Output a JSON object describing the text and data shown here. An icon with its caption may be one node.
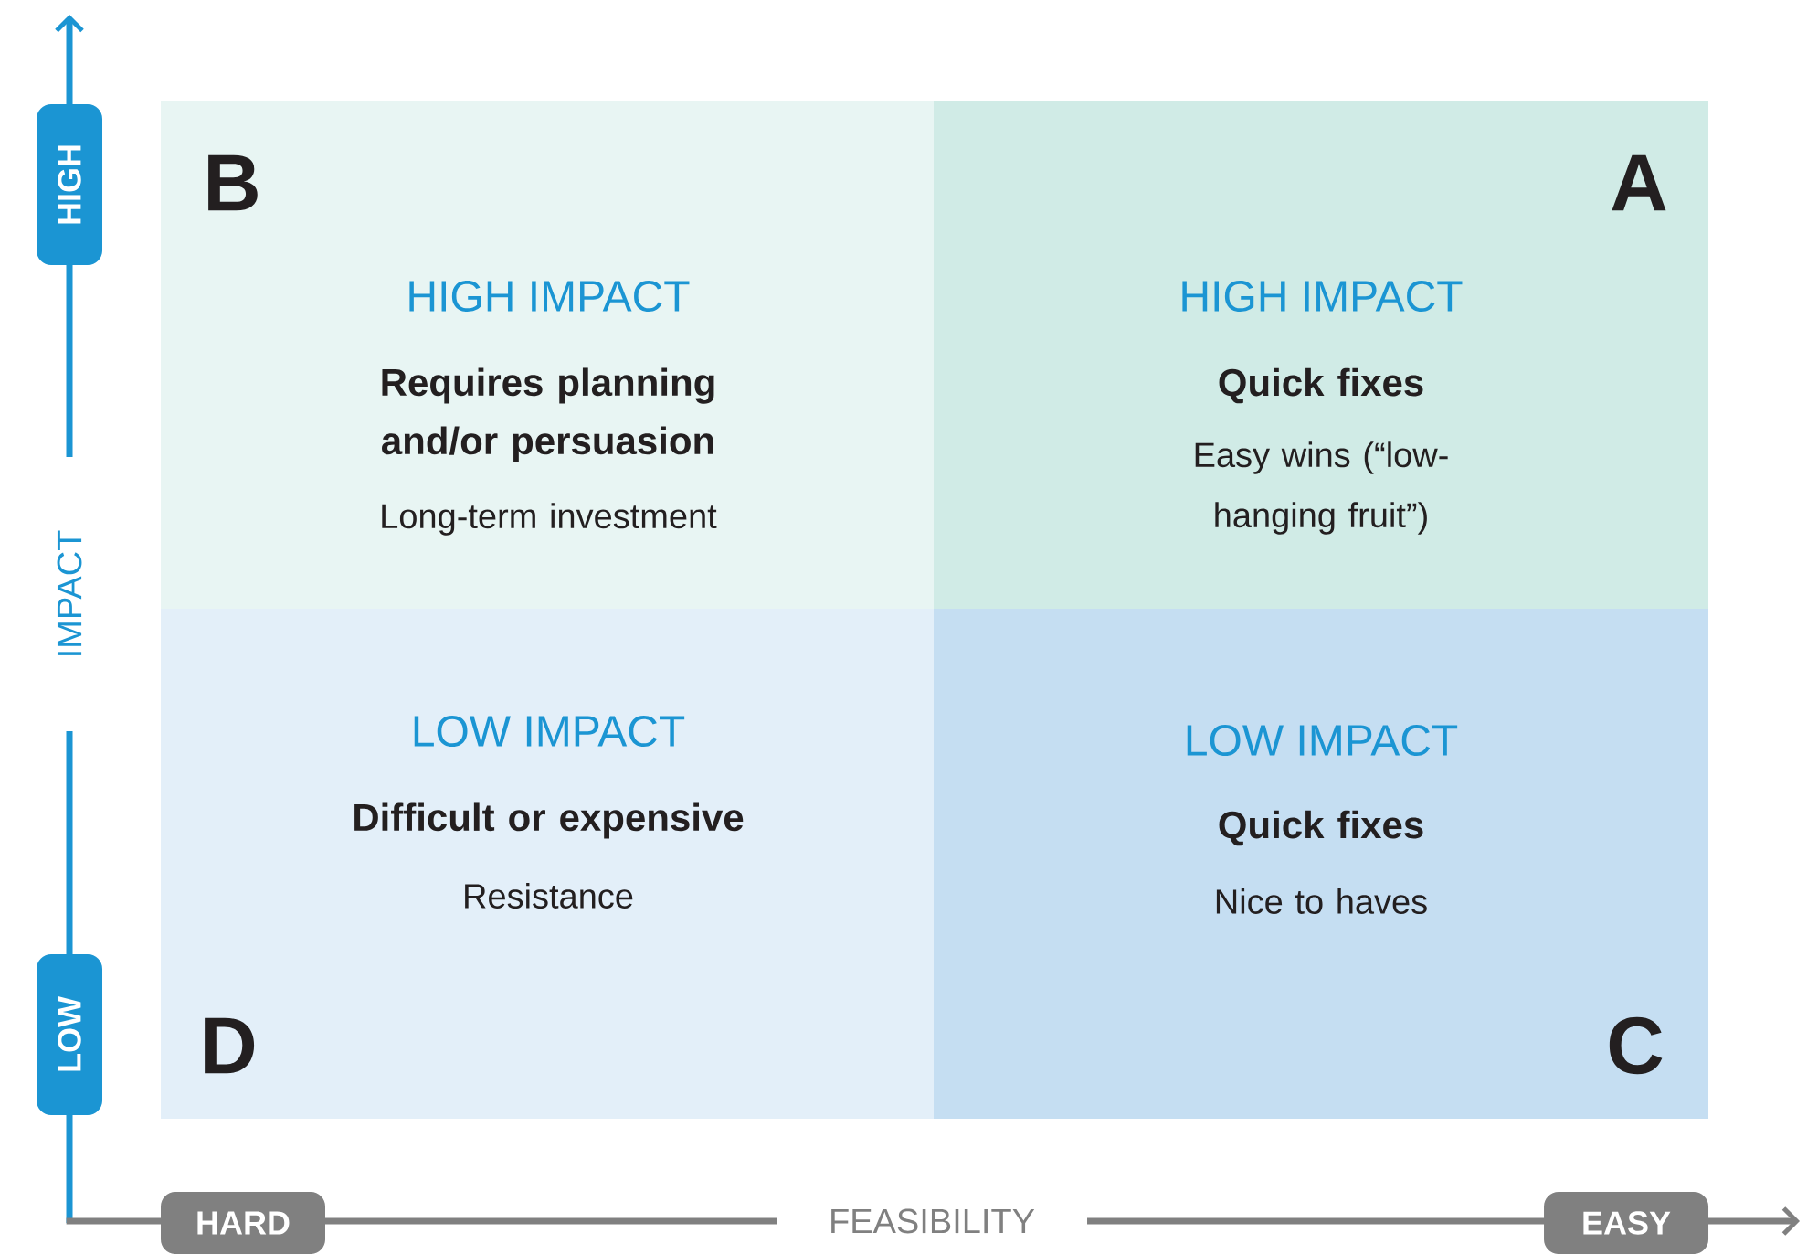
{
  "diagram": {
    "nodes": [
      {
        "text": [
          "B",
          "HIGH IMPACT",
          "Requires planning and/or persuasion",
          "Long-term investment"
        ]
      },
      {
        "text": [
          "A",
          "HIGH IMPACT",
          "Quick fixes",
          "Easy wins (“low-hanging fruit”)"
        ]
      },
      {
        "text": [
          "D",
          "LOW IMPACT",
          "Difficult or expensive",
          "Resistance"
        ]
      },
      {
        "text": [
          "C",
          "LOW IMPACT",
          "Quick fixes",
          "Nice to haves"
        ]
      }
    ],
    "labels": [
      "HIGH",
      "IMPACT",
      "LOW",
      "HARD",
      "FEASIBILITY",
      "EASY"
    ]
  }
}
